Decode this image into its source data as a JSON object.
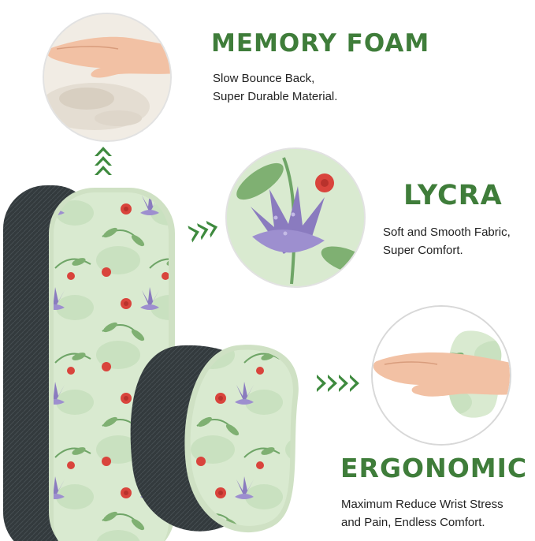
{
  "features": {
    "memory_foam": {
      "title": "MEMORY FOAM",
      "line1": "Slow Bounce Back,",
      "line2": "Super Durable Material."
    },
    "lycra": {
      "title": "LYCRA",
      "line1": "Soft and Smooth Fabric,",
      "line2": "Super Comfort."
    },
    "ergonomic": {
      "title": "ERGONOMIC",
      "line1": "Maximum Reduce Wrist Stress",
      "line2": "and Pain, Endless Comfort."
    }
  },
  "colors": {
    "title_green": "#3f7d3a",
    "arrow_green": "#3e8a3e",
    "fabric_light": "#d9ead0",
    "base_dark": "#333a3d",
    "flower_purple": "#8a7bbf",
    "flower_red": "#d9443c",
    "leaf_green": "#6fa567"
  },
  "icons": [
    "hand-icon",
    "arrow-up-icon",
    "arrow-right-icon",
    "flower-icon"
  ]
}
